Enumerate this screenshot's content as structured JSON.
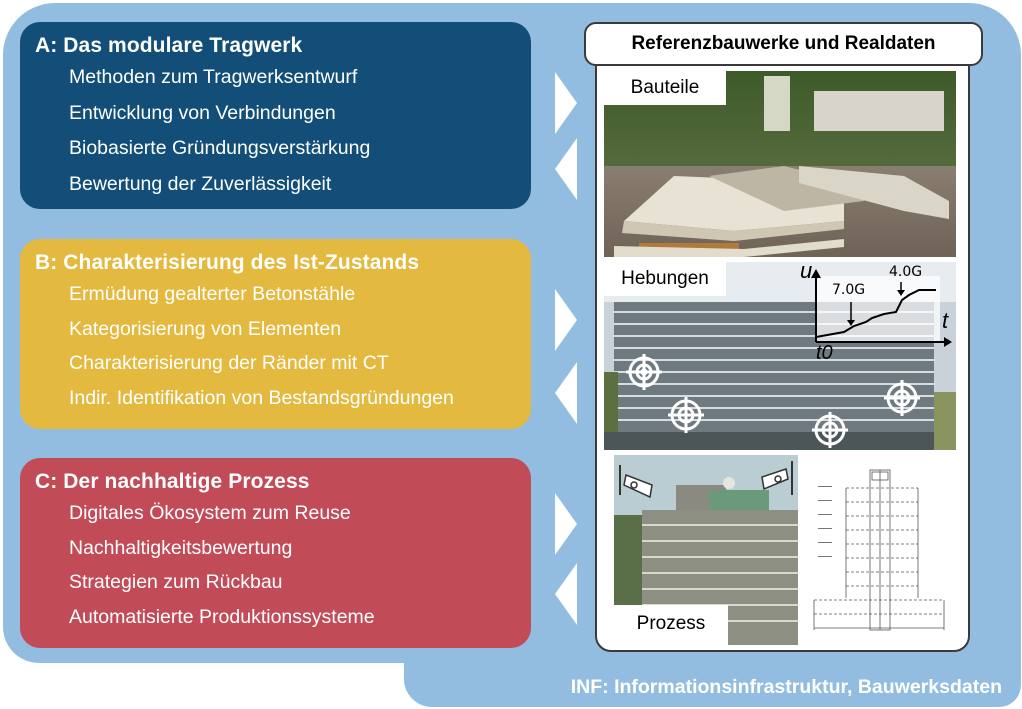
{
  "panels": {
    "a": {
      "title": "A: Das modulare Tragwerk",
      "color": "#124e78",
      "items": [
        "Methoden zum Tragwerksentwurf",
        "Entwicklung von Verbindungen",
        "Biobasierte Gründungsverstärkung",
        "Bewertung der Zuverlässigkeit"
      ]
    },
    "b": {
      "title": "B: Charakterisierung des Ist-Zustands",
      "color": "#e4b940",
      "items": [
        "Ermüdung gealterter Betonstähle",
        "Kategorisierung von Elementen",
        "Charakterisierung der Ränder mit CT",
        "Indir. Identifikation von Bestandsgründungen"
      ]
    },
    "c": {
      "title": "C: Der nachhaltige Prozess",
      "color": "#c24b58",
      "items": [
        "Digitales Ökosystem zum Reuse",
        "Nachhaltigkeitsbewertung",
        "Strategien zum Rückbau",
        "Automatisierte Produktionssysteme"
      ]
    }
  },
  "reference": {
    "title": "Referenzbauwerke und Realdaten",
    "photos": {
      "bauteile": {
        "label": "Bauteile"
      },
      "hebungen": {
        "label": "Hebungen",
        "graph": {
          "y_axis": "u",
          "x_axis": "t",
          "origin": "t0",
          "annotations": [
            "7.0G",
            "4.0G"
          ]
        }
      },
      "prozess": {
        "label": "Prozess"
      }
    }
  },
  "footer": {
    "label": "INF: Informationsinfrastruktur, Bauwerksdaten"
  },
  "colors": {
    "background_shape": "#92bde0",
    "panel_a": "#124e78",
    "panel_b": "#e4b940",
    "panel_c": "#c24b58"
  }
}
